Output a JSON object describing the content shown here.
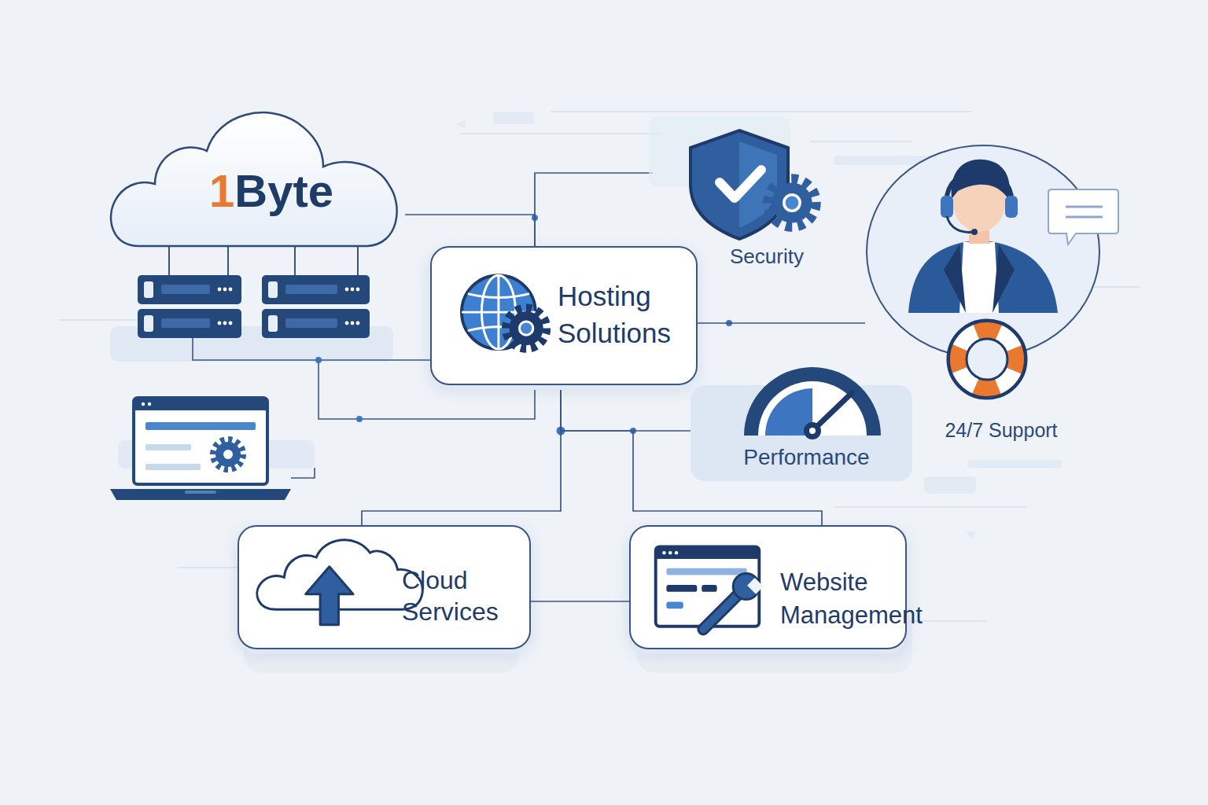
{
  "diagram": {
    "nodes": [
      {
        "text": [
          "1Byte"
        ]
      },
      {
        "text": [
          "Hosting Solutions"
        ]
      },
      {
        "text": [
          "Security"
        ]
      },
      {
        "text": [
          "24/7 Support"
        ]
      },
      {
        "text": [
          "Performance"
        ]
      },
      {
        "text": [
          "Cloud Services"
        ]
      },
      {
        "text": [
          "Website Management"
        ]
      }
    ],
    "edges": [
      {
        "from": 0,
        "to": 1,
        "arrow": "none"
      },
      {
        "from": 1,
        "to": 2,
        "arrow": "none"
      },
      {
        "from": 1,
        "to": 3,
        "arrow": "none"
      },
      {
        "from": 1,
        "to": 4,
        "arrow": "none"
      },
      {
        "from": 1,
        "to": 5,
        "arrow": "none"
      },
      {
        "from": 1,
        "to": 6,
        "arrow": "none"
      },
      {
        "from": 5,
        "to": 6,
        "arrow": "none"
      }
    ]
  }
}
